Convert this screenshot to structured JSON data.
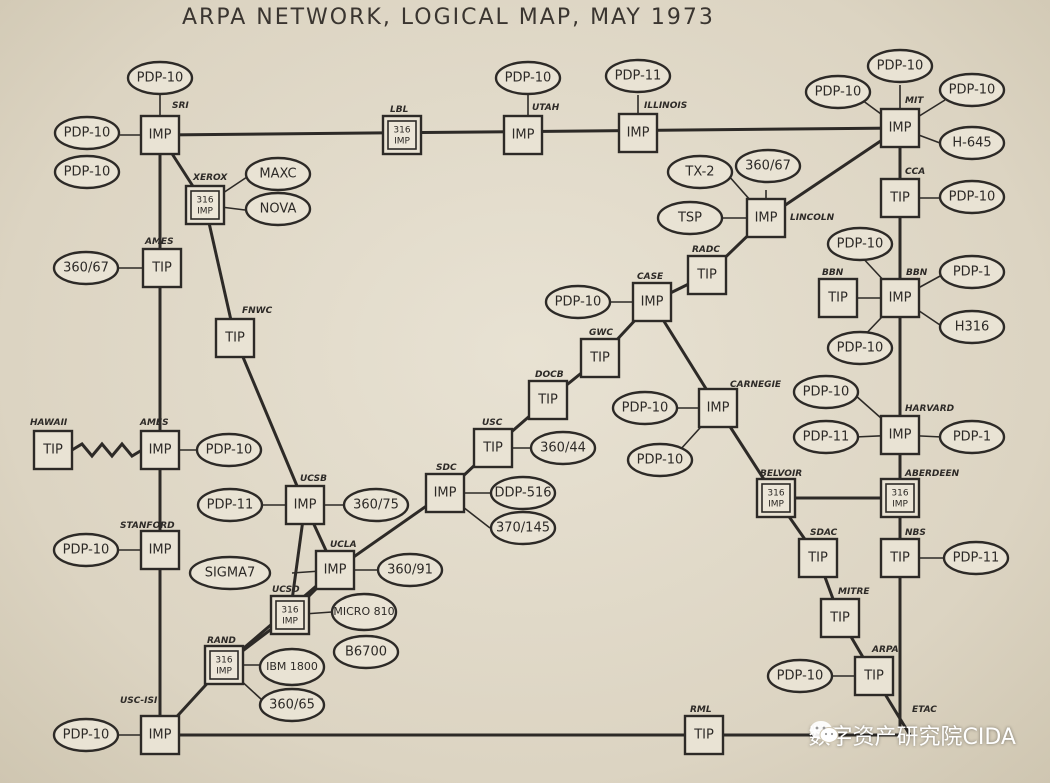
{
  "title": "ARPA NETWORK, LOGICAL MAP, MAY 1973",
  "watermark": "数字资产研究院CIDA",
  "nodes": {
    "sri": {
      "type": "IMP",
      "site": "SRI"
    },
    "lbl": {
      "type": "IMP",
      "sub": "316",
      "site": "LBL"
    },
    "utah": {
      "type": "IMP",
      "site": "UTAH"
    },
    "illinois": {
      "type": "IMP",
      "site": "ILLINOIS"
    },
    "mit": {
      "type": "IMP",
      "site": "MIT"
    },
    "xerox": {
      "type": "IMP",
      "sub": "316",
      "site": "XEROX"
    },
    "ames_tip": {
      "type": "TIP",
      "site": "AMES"
    },
    "fnwc": {
      "type": "TIP",
      "site": "FNWC"
    },
    "hawaii": {
      "type": "TIP",
      "site": "HAWAII"
    },
    "ames_imp": {
      "type": "IMP",
      "site": "AMES"
    },
    "ucsb": {
      "type": "IMP",
      "site": "UCSB"
    },
    "stanford": {
      "type": "IMP",
      "site": "STANFORD"
    },
    "ucla": {
      "type": "IMP",
      "site": "UCLA"
    },
    "ucsd": {
      "type": "IMP",
      "sub": "316",
      "site": "UCSD"
    },
    "rand": {
      "type": "IMP",
      "sub": "316",
      "site": "RAND"
    },
    "usc_isi": {
      "type": "IMP",
      "site": "USC-ISI"
    },
    "sdc": {
      "type": "IMP",
      "site": "SDC"
    },
    "usc": {
      "type": "TIP",
      "site": "USC"
    },
    "docb": {
      "type": "TIP",
      "site": "DOCB"
    },
    "gwc": {
      "type": "TIP",
      "site": "GWC"
    },
    "case": {
      "type": "IMP",
      "site": "CASE"
    },
    "radc": {
      "type": "TIP",
      "site": "RADC"
    },
    "lincoln": {
      "type": "IMP",
      "site": "LINCOLN"
    },
    "cca": {
      "type": "TIP",
      "site": "CCA"
    },
    "bbn_tip": {
      "type": "TIP",
      "site": "BBN"
    },
    "bbn_imp": {
      "type": "IMP",
      "site": "BBN"
    },
    "harvard": {
      "type": "IMP",
      "site": "HARVARD"
    },
    "carnegie": {
      "type": "IMP",
      "site": "CARNEGIE"
    },
    "belvoir": {
      "type": "IMP",
      "sub": "316",
      "site": "BELVOIR"
    },
    "aberdeen": {
      "type": "IMP",
      "sub": "316",
      "site": "ABERDEEN"
    },
    "nbs": {
      "type": "TIP",
      "site": "NBS"
    },
    "sdac": {
      "type": "TIP",
      "site": "SDAC"
    },
    "mitre": {
      "type": "TIP",
      "site": "MITRE"
    },
    "arpa": {
      "type": "TIP",
      "site": "ARPA"
    },
    "rml": {
      "type": "TIP",
      "site": "RML"
    },
    "etac": {
      "site": "ETAC"
    }
  },
  "hosts": {
    "sri_top": "PDP-10",
    "sri_left": "PDP-10",
    "sri_below": "PDP-10",
    "utah": "PDP-10",
    "illinois": "PDP-11",
    "mit_top": "PDP-10",
    "mit_left": "PDP-10",
    "mit_right": "PDP-10",
    "mit_h645": "H-645",
    "xerox_maxc": "MAXC",
    "xerox_nova": "NOVA",
    "ames_360": "360/67",
    "ames_pdp": "PDP-10",
    "lincoln_tx2": "TX-2",
    "lincoln_360": "360/67",
    "lincoln_tsp": "TSP",
    "cca_pdp": "PDP-10",
    "case_pdp": "PDP-10",
    "bbn_top": "PDP-10",
    "bbn_pdp1": "PDP-1",
    "bbn_h316": "H316",
    "bbn_bottom": "PDP-10",
    "harvard_top": "PDP-10",
    "harvard_left": "PDP-11",
    "harvard_pdp1": "PDP-1",
    "carnegie_top": "PDP-10",
    "carnegie_bottom": "PDP-10",
    "usc_360": "360/44",
    "ucsb_pdp": "PDP-11",
    "ucsb_360": "360/75",
    "sdc_ddp": "DDP-516",
    "sdc_370": "370/145",
    "stanford_pdp": "PDP-10",
    "ucla_sigma": "SIGMA7",
    "ucla_360": "360/91",
    "ucsd_micro": "MICRO 810",
    "ucsd_b6700": "B6700",
    "rand_1800": "IBM 1800",
    "rand_360": "360/65",
    "nbs_pdp": "PDP-11",
    "arpa_pdp": "PDP-10",
    "usc_isi_pdp": "PDP-10"
  }
}
